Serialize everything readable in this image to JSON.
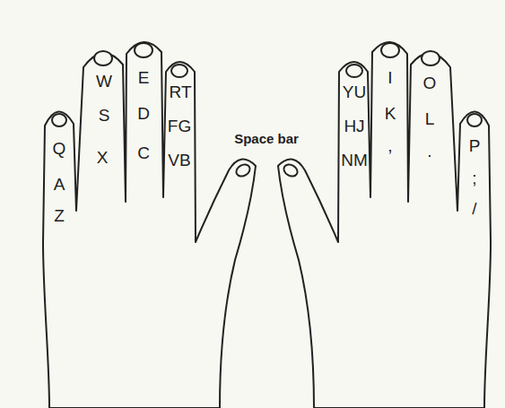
{
  "diagram": {
    "labels": [
      "Q",
      "A",
      "Z",
      "W",
      "S",
      "X",
      "E",
      "D",
      "C",
      "RT",
      "FG",
      "VB",
      "Space bar",
      "YU",
      "HJ",
      "NM",
      "I",
      "K",
      ",",
      "O",
      "L",
      ".",
      "P",
      ";",
      "/"
    ]
  }
}
